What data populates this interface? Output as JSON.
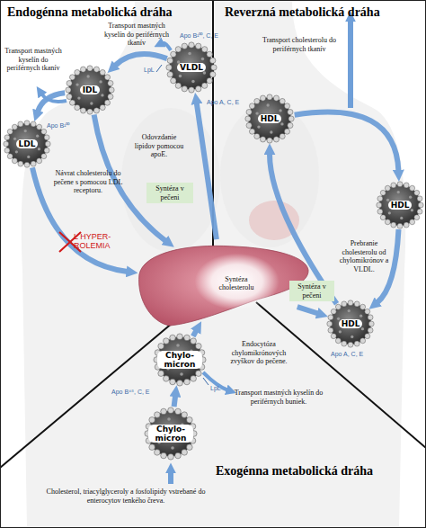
{
  "diagram": {
    "nodes": [
      {
        "text": [
          "VLDL"
        ]
      },
      {
        "text": [
          "IDL"
        ]
      },
      {
        "text": [
          "LDL"
        ]
      },
      {
        "text": [
          "HDL"
        ]
      },
      {
        "text": [
          "HDL"
        ]
      },
      {
        "text": [
          "Syntéza cholesterolu"
        ]
      },
      {
        "text": [
          "HDL"
        ]
      },
      {
        "text": [
          "Chylo- micron"
        ]
      },
      {
        "text": [
          "Chylo- micron"
        ]
      }
    ],
    "edges": [
      {
        "from": 5,
        "to": 0,
        "label": "Syntéza v pečeni",
        "arrow": "to"
      },
      {
        "from": 0,
        "to": 1,
        "arrow": "to"
      },
      {
        "from": 1,
        "to": 2,
        "arrow": "to"
      },
      {
        "from": 1,
        "to": 5,
        "label": "Odovzdanie lipidov pomocou apoE.",
        "arrow": "to"
      },
      {
        "from": 2,
        "to": 5,
        "label": "Návrat cholesterolu do pečene s pomocou LDL receptoru.",
        "arrow": "to"
      },
      {
        "from": 5,
        "to": 6,
        "label": "Syntéza v pečeni",
        "arrow": "to"
      },
      {
        "from": 3,
        "to": 4,
        "arrow": "to"
      },
      {
        "from": 4,
        "to": 6,
        "label": "Prebranie cholesterolu od chylomikrónov a VLDL.",
        "arrow": "to"
      },
      {
        "from": 6,
        "to": 3,
        "arrow": "to"
      },
      {
        "from": 8,
        "to": 7,
        "arrow": "to"
      },
      {
        "from": 7,
        "to": 5,
        "label": "Endocytóza chylomikrónových zvyškov do pečene.",
        "arrow": "to"
      }
    ],
    "labels": [
      "Endogénna metabolická dráha",
      "Transport mastných kyselín do periférnych tkanív",
      "Apo B¹⁰⁰, C, E",
      "LpL",
      "Transport mastných kyselín do periférnych tkanív",
      "Apo B¹⁰⁰",
      "L HYPER-ROLEMIA",
      "Reverzná metabolická dráha",
      "Transport cholesterolu do periférnych tkanív",
      "Apo A, C, E",
      "Apo A, C, E",
      "Apo B⁴⁸, C, E",
      "LpL",
      "Transport mastných kyselín do periférnych buniek.",
      "Cholesterol, triacylglyceroly a fosfolipidy vstrebané do enterocytov tenkého čreva.",
      "Exogénna metabolická dráha"
    ]
  }
}
